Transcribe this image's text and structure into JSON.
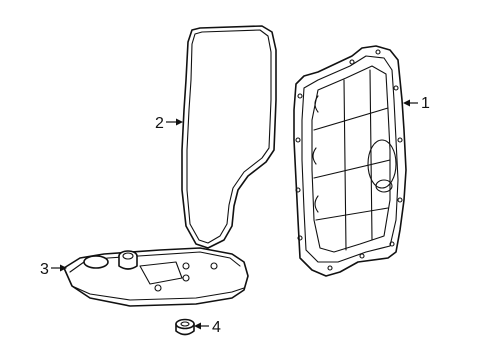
{
  "callouts": [
    {
      "id": "1",
      "label": "1"
    },
    {
      "id": "2",
      "label": "2"
    },
    {
      "id": "3",
      "label": "3"
    },
    {
      "id": "4",
      "label": "4"
    }
  ],
  "colors": {
    "line": "#111111",
    "background": "#ffffff"
  }
}
